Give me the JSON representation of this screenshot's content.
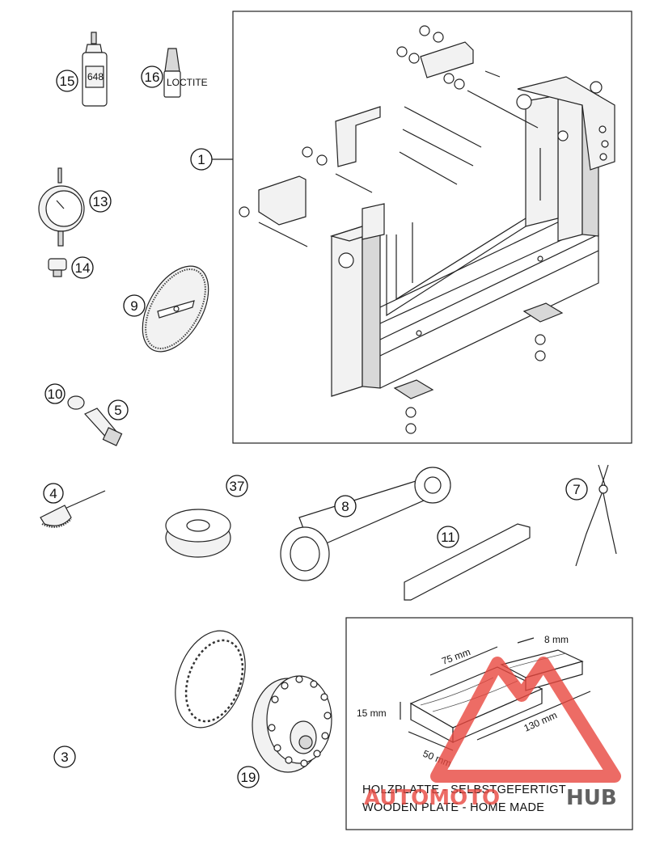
{
  "callouts": [
    {
      "id": "1",
      "label": "1"
    },
    {
      "id": "3",
      "label": "3"
    },
    {
      "id": "4",
      "label": "4"
    },
    {
      "id": "5",
      "label": "5"
    },
    {
      "id": "7",
      "label": "7"
    },
    {
      "id": "8",
      "label": "8"
    },
    {
      "id": "9",
      "label": "9"
    },
    {
      "id": "10",
      "label": "10"
    },
    {
      "id": "11",
      "label": "11"
    },
    {
      "id": "13",
      "label": "13"
    },
    {
      "id": "14",
      "label": "14"
    },
    {
      "id": "15",
      "label": "15"
    },
    {
      "id": "16",
      "label": "16"
    },
    {
      "id": "19",
      "label": "19"
    },
    {
      "id": "37",
      "label": "37"
    }
  ],
  "plate_detail": {
    "dimensions": {
      "width_top": "75 mm",
      "thickness_top": "8 mm",
      "height": "15 mm",
      "length": "130 mm",
      "width_bottom": "50 mm"
    },
    "caption_de": "HOLZPLATTE - SELBSTGEFERTIGT",
    "caption_en": "WOODEN PLATE - HOME MADE"
  },
  "watermark": {
    "text_part1": "AUTOMOTO",
    "text_part2": "HUB",
    "color_primary": "#e8473f",
    "color_secondary": "#3a3a3a"
  },
  "bottle_labels": {
    "item15": "648",
    "item16": "LOCTITE"
  }
}
